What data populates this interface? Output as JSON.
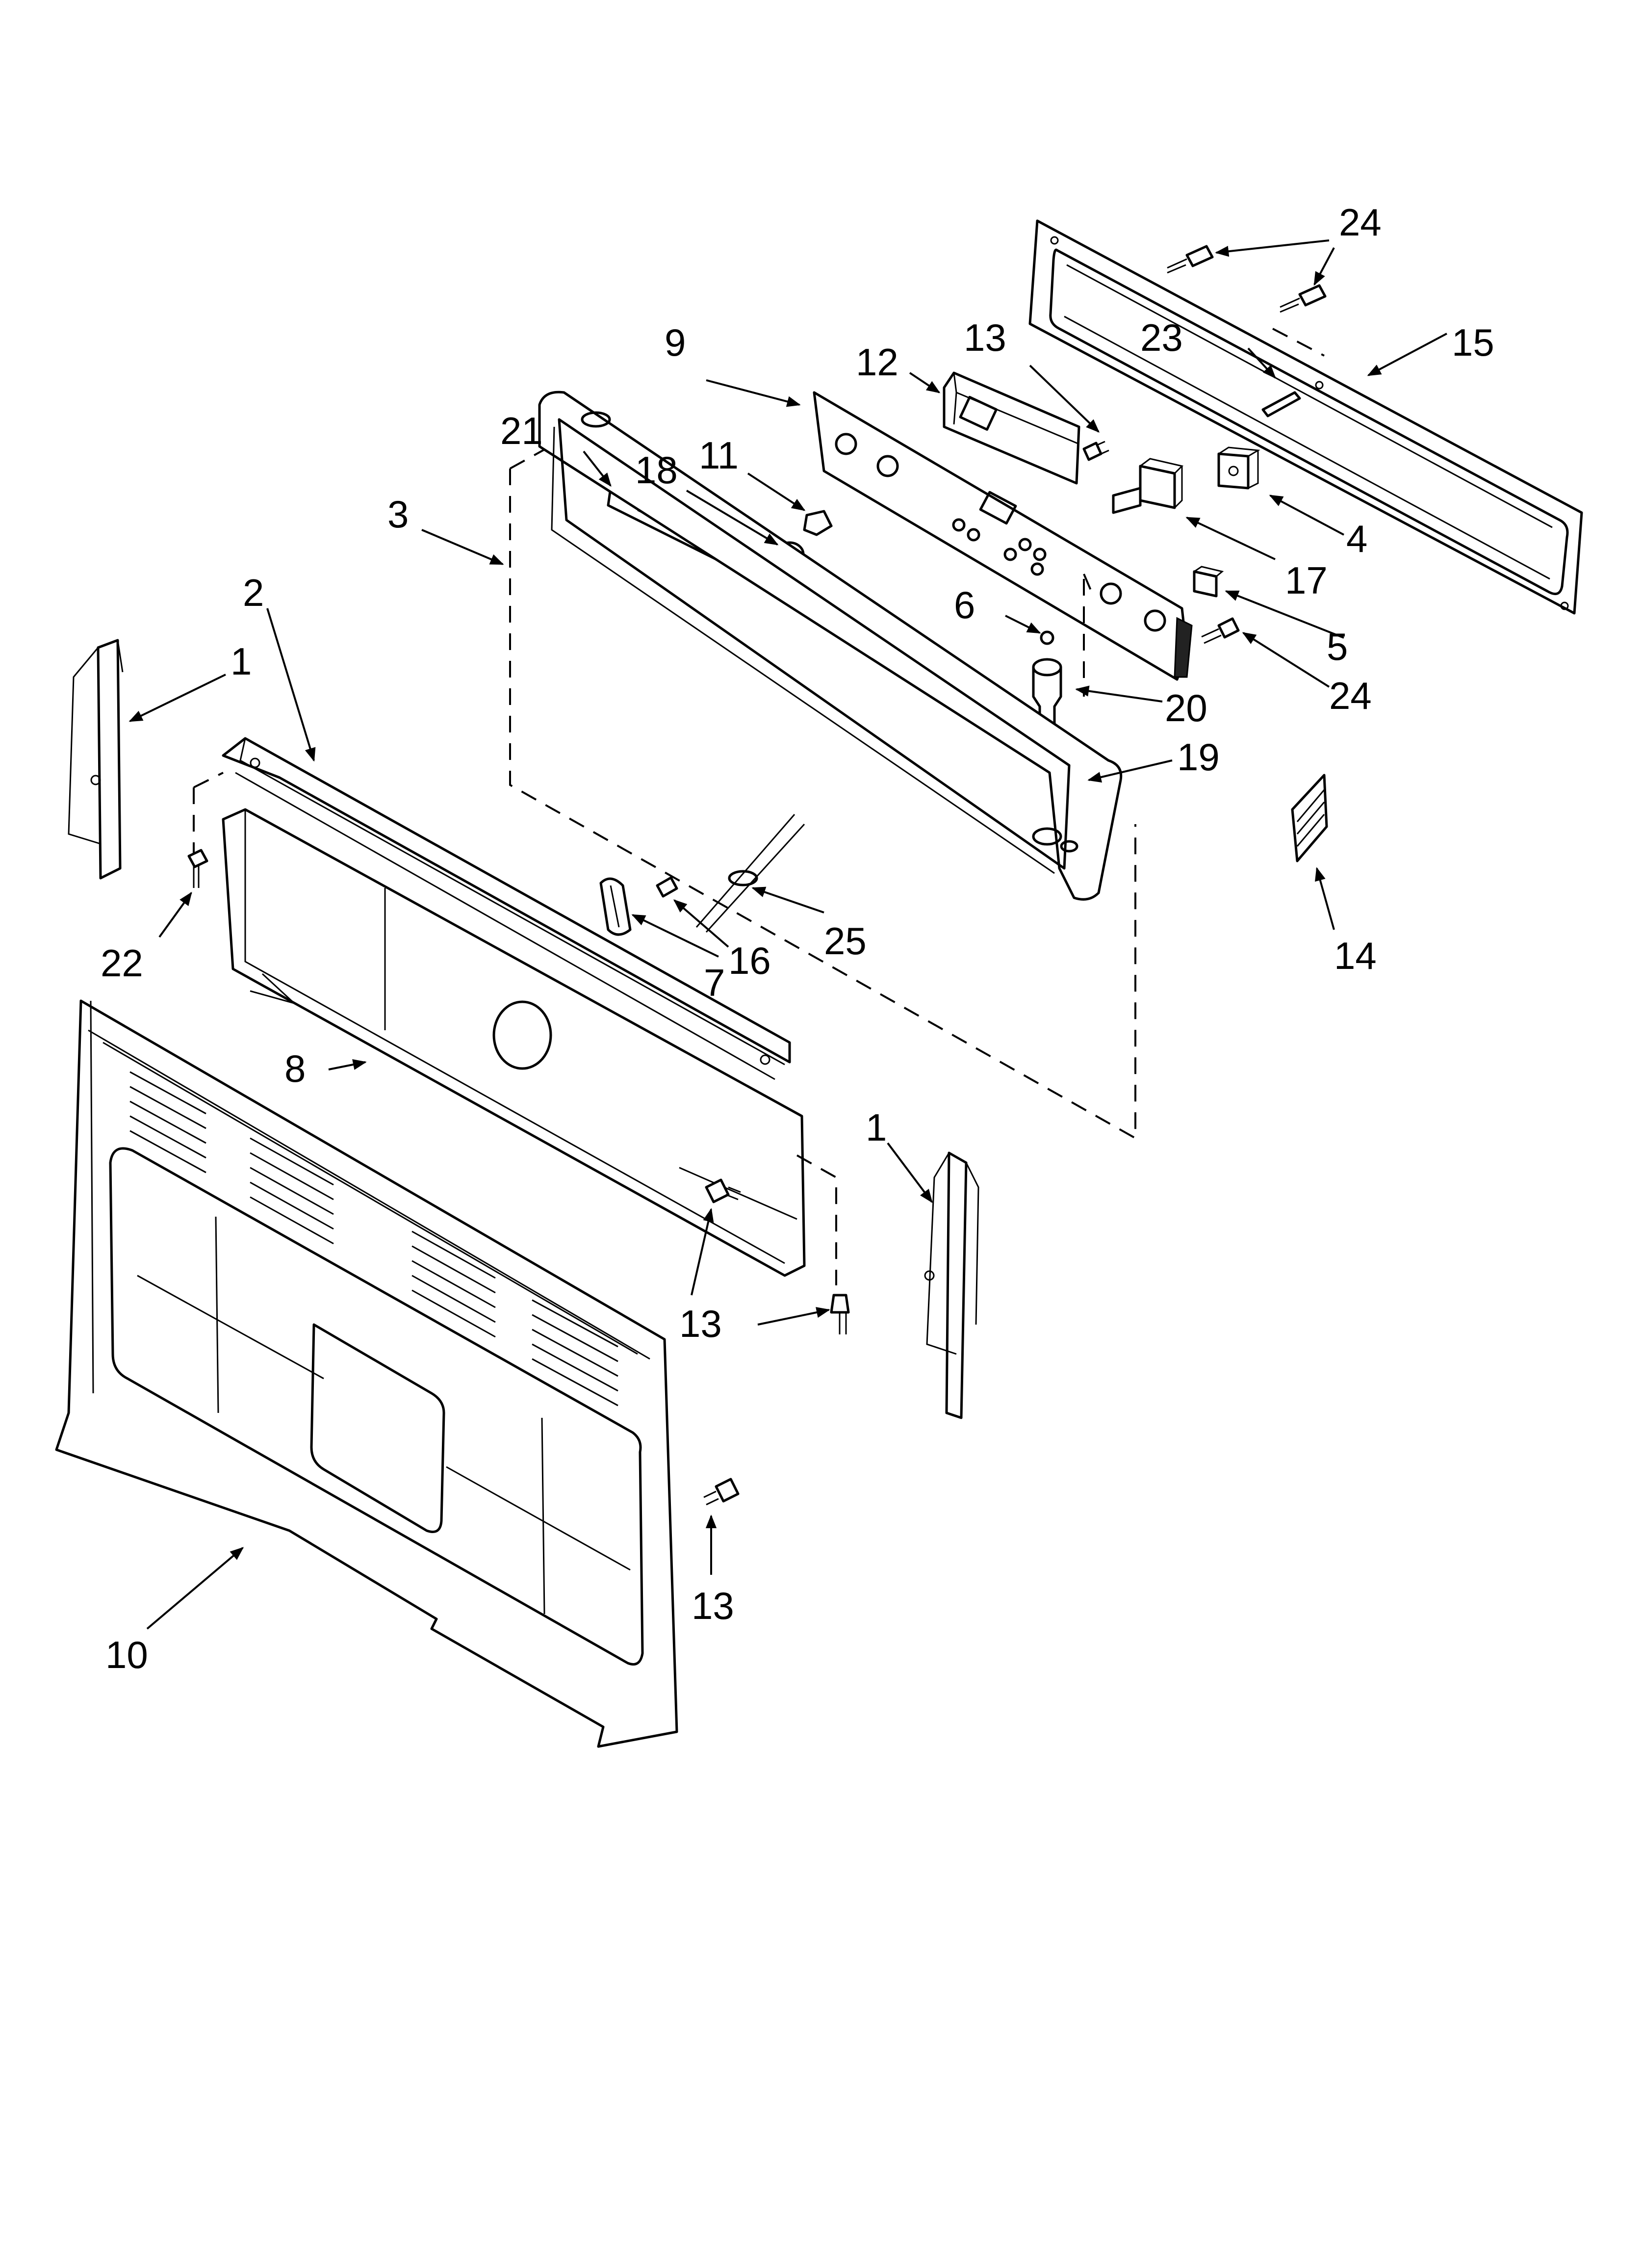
{
  "callouts": {
    "c1_left": "1",
    "c1_right": "1",
    "c2": "2",
    "c3": "3",
    "c4": "4",
    "c5": "5",
    "c6": "6",
    "c7": "7",
    "c8": "8",
    "c9": "9",
    "c10": "10",
    "c11": "11",
    "c12": "12",
    "c13_top": "13",
    "c13_mid": "13",
    "c13_bottom": "13",
    "c14": "14",
    "c15": "15",
    "c16": "16",
    "c17": "17",
    "c18": "18",
    "c19": "19",
    "c20": "20",
    "c21": "21",
    "c22": "22",
    "c23": "23",
    "c24_top": "24",
    "c24_mid": "24",
    "c25": "25"
  }
}
